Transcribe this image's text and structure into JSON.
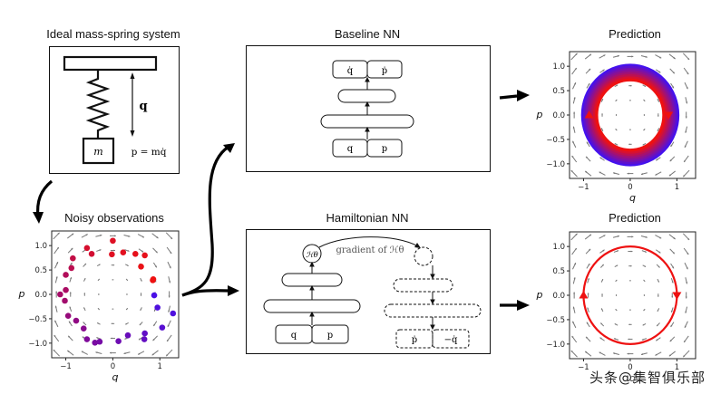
{
  "panels": {
    "mass_spring": {
      "title": "Ideal mass-spring system",
      "mass_label": "m",
      "displacement_label": "q",
      "momentum_label": "p = mq̇"
    },
    "noisy": {
      "title": "Noisy observations"
    },
    "baseline": {
      "title": "Baseline NN",
      "outputs": [
        "q̇",
        "ṗ"
      ],
      "inputs": [
        "q",
        "p"
      ]
    },
    "hamiltonian": {
      "title": "Hamiltonian NN",
      "scalar_node": "ℋθ",
      "gradient_label": "gradient of ℋθ",
      "inputs": [
        "q",
        "p"
      ],
      "outputs": [
        "ṗ",
        "−q̇"
      ]
    },
    "pred_baseline": {
      "title": "Prediction"
    },
    "pred_hnn": {
      "title": "Prediction"
    }
  },
  "colors": {
    "ink": "#111111",
    "quiver": "#777777",
    "red": "#ee1111",
    "blue": "#4411ee",
    "purple": "#8a0a8a"
  },
  "watermark": "头条@集智俱乐部",
  "chart_data": [
    {
      "id": "noisy",
      "type": "scatter",
      "title": "Noisy observations",
      "xlabel": "q",
      "ylabel": "p",
      "xlim": [
        -1.3,
        1.4
      ],
      "ylim": [
        -1.3,
        1.3
      ],
      "xticks": [
        -1,
        0,
        1
      ],
      "xtick_labels": [
        "−1",
        "0",
        "1"
      ],
      "yticks": [
        1.0,
        0.5,
        0.0,
        -0.5,
        -1.0
      ],
      "ytick_labels": [
        "1.0",
        "0.5",
        "0.0",
        "−0.5",
        "−1.0"
      ],
      "quiver": "rotational field (dq, dp) = (p, −q)",
      "points": [
        {
          "q": 0.0,
          "p": 1.1,
          "t": 0.08
        },
        {
          "q": -0.55,
          "p": 0.95,
          "t": 0.12
        },
        {
          "q": -0.45,
          "p": 0.83,
          "t": 0.14
        },
        {
          "q": -0.85,
          "p": 0.74,
          "t": 0.22
        },
        {
          "q": -0.88,
          "p": 0.54,
          "t": 0.26
        },
        {
          "q": -1.0,
          "p": 0.4,
          "t": 0.3
        },
        {
          "q": -1.0,
          "p": 0.09,
          "t": 0.34
        },
        {
          "q": -1.12,
          "p": 0.0,
          "t": 0.36
        },
        {
          "q": -1.02,
          "p": -0.13,
          "t": 0.38
        },
        {
          "q": -0.95,
          "p": -0.44,
          "t": 0.44
        },
        {
          "q": -0.78,
          "p": -0.54,
          "t": 0.47
        },
        {
          "q": -0.62,
          "p": -0.7,
          "t": 0.52
        },
        {
          "q": -0.55,
          "p": -0.92,
          "t": 0.58
        },
        {
          "q": -0.38,
          "p": -0.99,
          "t": 0.62
        },
        {
          "q": -0.28,
          "p": -0.97,
          "t": 0.64
        },
        {
          "q": 0.12,
          "p": -0.96,
          "t": 0.7
        },
        {
          "q": 0.32,
          "p": -0.84,
          "t": 0.74
        },
        {
          "q": 0.68,
          "p": -0.8,
          "t": 0.8
        },
        {
          "q": 0.67,
          "p": -0.92,
          "t": 0.78
        },
        {
          "q": 1.05,
          "p": -0.68,
          "t": 0.86
        },
        {
          "q": 1.28,
          "p": -0.39,
          "t": 0.92
        },
        {
          "q": 0.95,
          "p": -0.27,
          "t": 0.92
        },
        {
          "q": 0.88,
          "p": -0.02,
          "t": 0.96
        },
        {
          "q": 0.85,
          "p": 0.29,
          "t": 0.0
        },
        {
          "q": 0.86,
          "p": 0.31,
          "t": 0.0
        },
        {
          "q": 0.6,
          "p": 0.57,
          "t": 0.02
        },
        {
          "q": 0.68,
          "p": 0.8,
          "t": 0.04
        },
        {
          "q": 0.48,
          "p": 0.83,
          "t": 0.04
        },
        {
          "q": 0.22,
          "p": 0.86,
          "t": 0.06
        },
        {
          "q": -0.02,
          "p": 0.82,
          "t": 0.07
        }
      ]
    },
    {
      "id": "pred_baseline",
      "type": "line",
      "title": "Prediction",
      "xlabel": "q",
      "ylabel": "p",
      "xlim": [
        -1.3,
        1.4
      ],
      "ylim": [
        -1.3,
        1.3
      ],
      "xticks": [
        -1,
        0,
        1
      ],
      "xtick_labels": [
        "−1",
        "0",
        "1"
      ],
      "yticks": [
        1.0,
        0.5,
        0.0,
        -0.5,
        -1.0
      ],
      "ytick_labels": [
        "1.0",
        "0.5",
        "0.0",
        "−0.5",
        "−1.0"
      ],
      "series": [
        {
          "name": "trajectory (spiraling outward)",
          "radius_start": 0.72,
          "radius_end": 1.02,
          "color_start": "#ee1111",
          "color_end": "#4411ee",
          "turns": 8
        }
      ],
      "markers": [
        {
          "q": -0.88,
          "p": 0.0,
          "shape": "triangle-up"
        },
        {
          "q": 0.82,
          "p": 0.0,
          "shape": "triangle-down"
        }
      ]
    },
    {
      "id": "pred_hnn",
      "type": "line",
      "title": "Prediction",
      "xlabel": "q",
      "ylabel": "p",
      "xlim": [
        -1.3,
        1.4
      ],
      "ylim": [
        -1.3,
        1.3
      ],
      "xticks": [
        -1,
        0,
        1
      ],
      "xtick_labels": [
        "−1",
        "0",
        "1"
      ],
      "yticks": [
        1.0,
        0.5,
        0.0,
        -0.5,
        -1.0
      ],
      "ytick_labels": [
        "1.0",
        "0.5",
        "0.0",
        "−0.5",
        "−1.0"
      ],
      "series": [
        {
          "name": "trajectory (conserved)",
          "radius_start": 1.0,
          "radius_end": 1.0,
          "color_start": "#ee1111",
          "color_end": "#ee1111",
          "turns": 1
        }
      ],
      "markers": [
        {
          "q": -1.0,
          "p": 0.0,
          "shape": "triangle-up"
        },
        {
          "q": 1.0,
          "p": 0.0,
          "shape": "triangle-down"
        }
      ]
    }
  ]
}
